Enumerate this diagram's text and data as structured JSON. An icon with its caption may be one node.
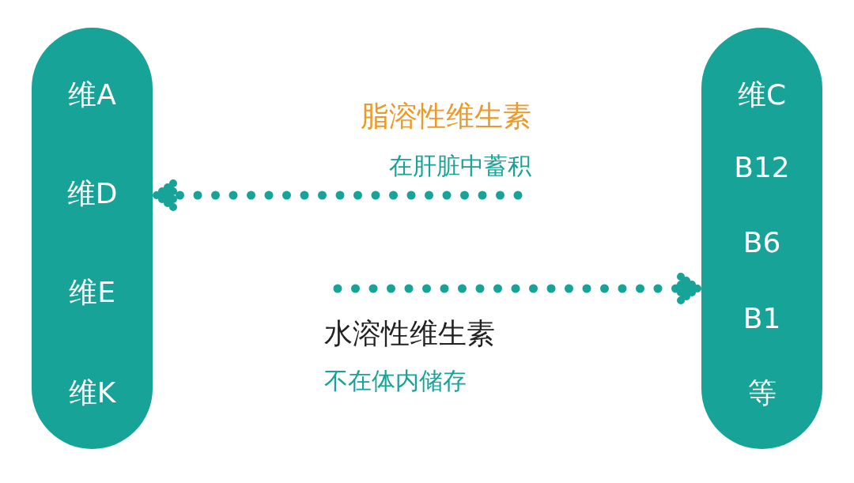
{
  "diagram": {
    "nodes": [
      {
        "text": [
          "维A",
          "维D",
          "维E",
          "维K"
        ]
      },
      {
        "text": [
          "维C",
          "B12",
          "B6",
          "B1",
          "等"
        ]
      }
    ],
    "edges": [
      {
        "from": null,
        "to": 0,
        "arrow": "to",
        "style": "dashed"
      },
      {
        "from": null,
        "to": 1,
        "arrow": "to",
        "style": "dashed"
      }
    ],
    "labels": [
      "脂溶性维生素",
      "在肝脏中蓄积",
      "水溶性维生素",
      "不在体内储存"
    ]
  }
}
